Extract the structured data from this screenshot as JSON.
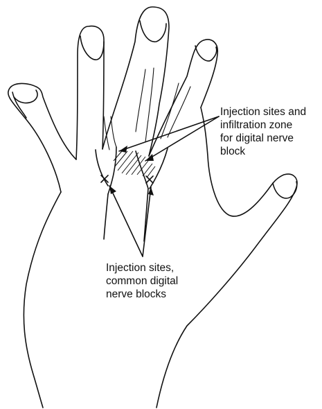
{
  "labels": {
    "digital_block": {
      "line1": "Injection sites and",
      "line2": "infiltration zone",
      "line3": "for digital nerve",
      "line4": "block"
    },
    "common_block": {
      "line1": "Injection sites,",
      "line2": "common digital",
      "line3": "nerve blocks"
    }
  },
  "markers": {
    "injection_site_symbol": "x"
  },
  "colors": {
    "ink": "#111111",
    "background": "#ffffff"
  }
}
